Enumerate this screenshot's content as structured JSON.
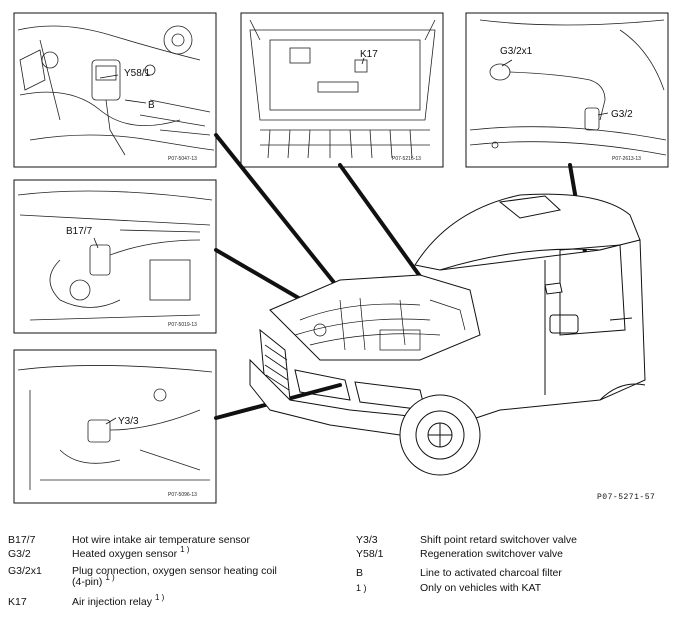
{
  "callouts": {
    "y58_1": "Y58/1",
    "b": "B",
    "k17": "K17",
    "g3_2x1": "G3/2x1",
    "g3_2": "G3/2",
    "b17_7": "B17/7",
    "y3_3": "Y3/3"
  },
  "panel_codes": {
    "p1": "P07-5047-13",
    "p2": "P07-5216-13",
    "p3": "P07-2613-13",
    "p4": "P07-5019-13",
    "p5": "P07-5096-13"
  },
  "figure_ref": "P07-5271-57",
  "legend_left": [
    {
      "code": "B17/7",
      "desc": "Hot wire intake air temperature sensor",
      "note": ""
    },
    {
      "code": "G3/2",
      "desc": "Heated oxygen sensor",
      "note": "1 )"
    },
    {
      "code": "G3/2x1",
      "desc": "Plug connection, oxygen sensor heating coil",
      "desc2": "(4-pin)",
      "note": "1 )"
    },
    {
      "code": "K17",
      "desc": "Air injection relay",
      "note": "1 )"
    }
  ],
  "legend_right": [
    {
      "code": "Y3/3",
      "desc": "Shift point retard switchover valve"
    },
    {
      "code": "Y58/1",
      "desc": "Regeneration switchover valve"
    },
    {
      "code": "B",
      "desc": "Line to activated charcoal filter"
    },
    {
      "code": "1 )",
      "desc": "Only on vehicles with KAT"
    }
  ]
}
